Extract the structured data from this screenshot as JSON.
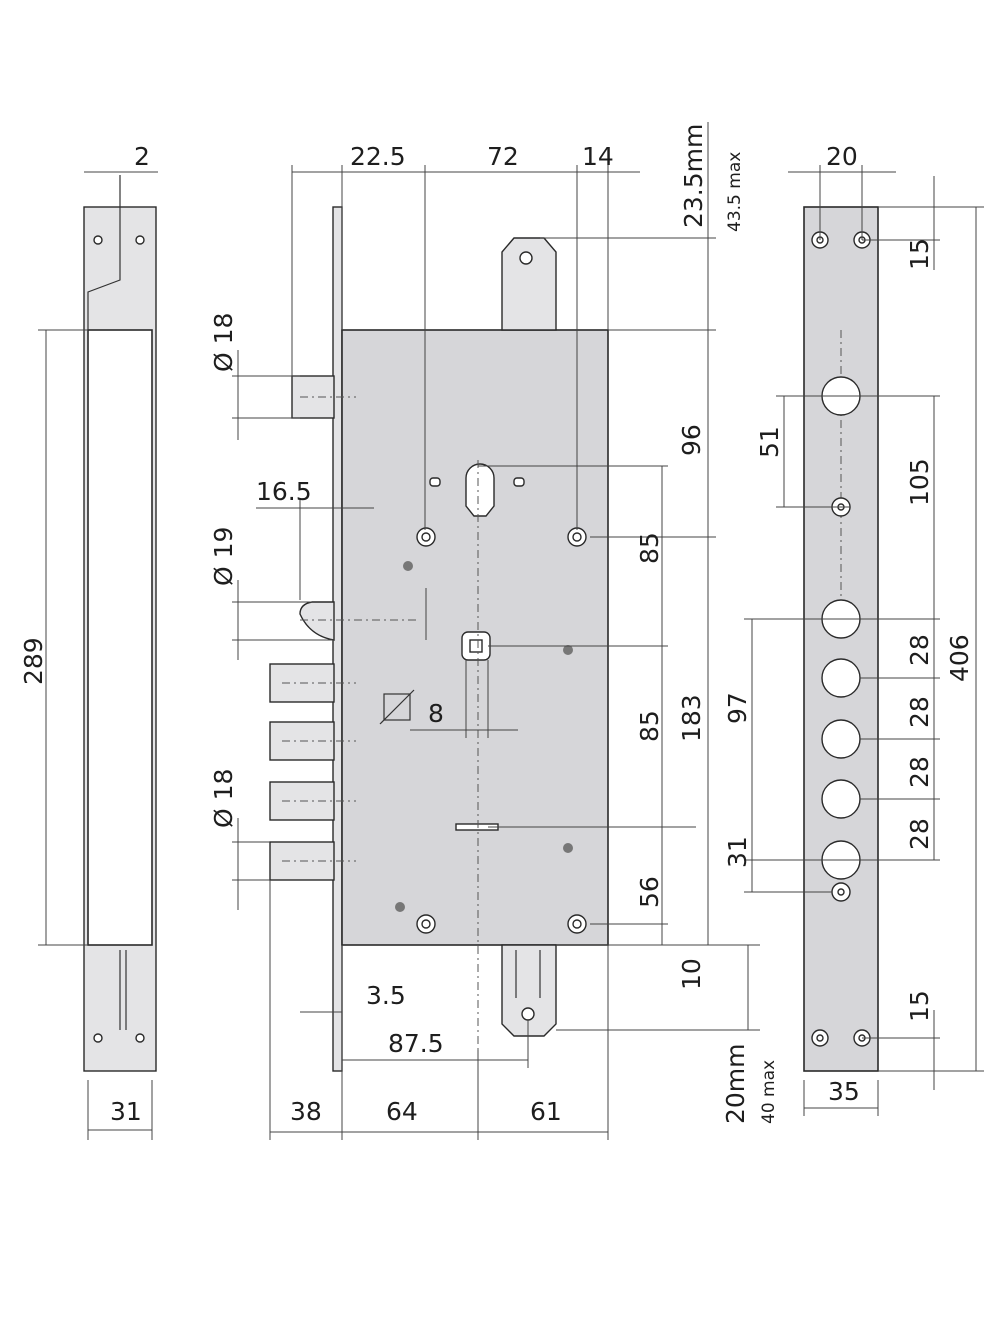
{
  "side_view": {
    "thickness_label": "2",
    "height_label": "289",
    "width_label": "31"
  },
  "front_view": {
    "top_dims": [
      "22.5",
      "72",
      "14"
    ],
    "top_bolt_label": "23.5mm",
    "top_bolt_max_label": "43.5 max",
    "bolt_dia_top_label": "Ø 18",
    "latch_offset_label": "16.5",
    "latch_dia_label": "Ø 19",
    "bolt_dia_bottom_label": "Ø 18",
    "square_label": "8",
    "right_dims": [
      "96",
      "85",
      "85",
      "183",
      "56",
      "10"
    ],
    "faceplate_label": "3.5",
    "backset_label": "87.5",
    "bottom_dims": [
      "38",
      "64",
      "61"
    ],
    "bottom_bolt_label": "20mm",
    "bottom_bolt_max_label": "40 max"
  },
  "strike_plate": {
    "top_label": "20",
    "top_edge_label": "15",
    "spacing_51_label": "51",
    "spacing_105_label": "105",
    "bolt_pitch_labels": [
      "28",
      "28",
      "28",
      "28"
    ],
    "spacing_97_label": "97",
    "spacing_31_label": "31",
    "total_length_label": "406",
    "bottom_edge_label": "15",
    "width_label": "35"
  }
}
